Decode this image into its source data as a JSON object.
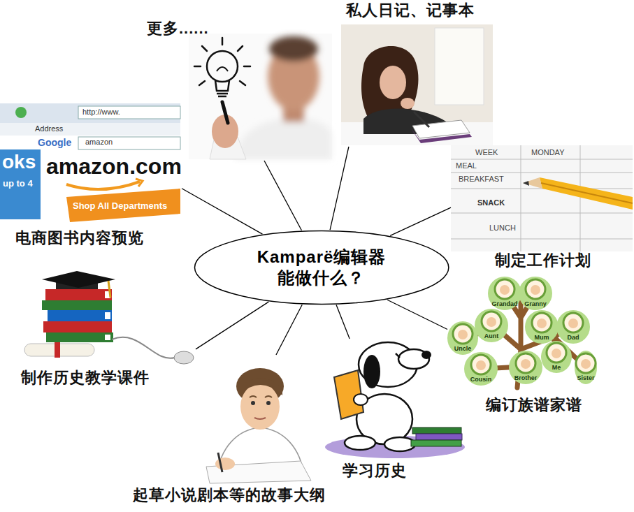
{
  "diagram": {
    "nodes": [
      {
        "text": [
          "Kamparë编辑器 能做什么？"
        ]
      },
      {
        "text": [
          "更多......"
        ]
      },
      {
        "text": [
          "私人日记、记事本"
        ]
      },
      {
        "text": [
          "电商图书内容预览"
        ]
      },
      {
        "text": [
          "制定工作计划"
        ]
      },
      {
        "text": [
          "制作历史教学课件"
        ]
      },
      {
        "text": [
          "编订族谱家谱"
        ]
      },
      {
        "text": [
          "学习历史"
        ]
      },
      {
        "text": [
          "起草小说剧本等的故事大纲"
        ]
      }
    ],
    "edges": [
      {
        "from": 0,
        "to": 1,
        "arrow": "none"
      },
      {
        "from": 0,
        "to": 2,
        "arrow": "none"
      },
      {
        "from": 0,
        "to": 3,
        "arrow": "none"
      },
      {
        "from": 0,
        "to": 4,
        "arrow": "none"
      },
      {
        "from": 0,
        "to": 5,
        "arrow": "none"
      },
      {
        "from": 0,
        "to": 6,
        "arrow": "none"
      },
      {
        "from": 0,
        "to": 7,
        "arrow": "none"
      },
      {
        "from": 0,
        "to": 8,
        "arrow": "none"
      }
    ],
    "labels": [
      "http://www.",
      "Address",
      "Google",
      "amazon",
      "oks",
      "amazon.com",
      "up to 4",
      "Shop All Departments",
      "WEEK",
      "MONDAY",
      "MEAL",
      "BREAKFAST",
      "SNACK",
      "LUNCH",
      "Grandad",
      "Granny",
      "Aunt",
      "Mum",
      "Dad",
      "Uncle",
      "Me",
      "Cousin",
      "Brother",
      "Sister"
    ]
  }
}
